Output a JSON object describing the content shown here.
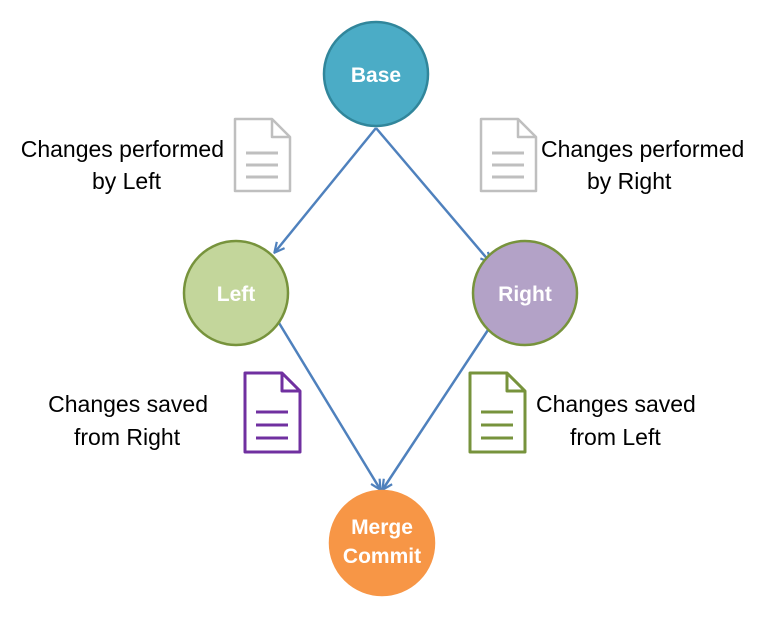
{
  "nodes": {
    "base": {
      "label": "Base",
      "fill": "#4bacc6",
      "stroke": "#31869b"
    },
    "left": {
      "label": "Left",
      "fill": "#c3d69b",
      "stroke": "#77933c"
    },
    "right": {
      "label": "Right",
      "fill": "#b3a2c7",
      "stroke": "#77933c"
    },
    "merge": {
      "label_line1": "Merge",
      "label_line2": "Commit",
      "fill": "#f79646",
      "stroke": "#f79646"
    }
  },
  "captions": {
    "left_changes": {
      "line1": "Changes performed",
      "line2": "by Left"
    },
    "right_changes": {
      "line1": "Changes performed",
      "line2": "by Right"
    },
    "saved_from_right": {
      "line1": "Changes saved",
      "line2": "from Right"
    },
    "saved_from_left": {
      "line1": "Changes saved",
      "line2": "from Left"
    }
  },
  "icons": {
    "left_changes_doc": {
      "name": "document-icon",
      "color": "#bfbfbf"
    },
    "right_changes_doc": {
      "name": "document-icon",
      "color": "#bfbfbf"
    },
    "saved_from_right_doc": {
      "name": "document-icon",
      "color": "#7030a0"
    },
    "saved_from_left_doc": {
      "name": "document-icon",
      "color": "#77933c"
    }
  },
  "arrow_color": "#4f81bd"
}
